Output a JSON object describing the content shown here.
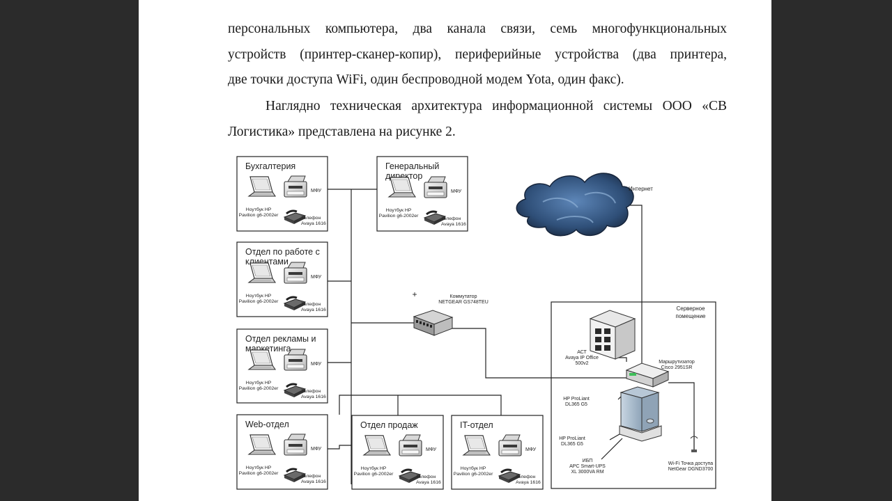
{
  "document": {
    "paragraph1": {
      "lines": [
        "персональных компьютера, два канала связи, семь многофункциональных",
        "устройств (принтер-сканер-копир), периферийные устройства (два принтера,",
        "две точки доступа WiFi, один беспроводной модем Yota, один факс)."
      ]
    },
    "paragraph2": {
      "lines": [
        "Наглядно техническая архитектура информационной системы ООО «СВ",
        "Логистика» представлена на рисунке 2."
      ]
    }
  },
  "diagram": {
    "departments": [
      {
        "title": [
          "Бухгалтерия"
        ],
        "laptop": [
          "Ноутбук HP",
          "Pavilion g6-2002er"
        ],
        "mfu": "МФУ",
        "phone": [
          "Телефон",
          "Avaya 1616"
        ]
      },
      {
        "title": [
          "Отдел по работе с",
          "клиентами"
        ],
        "laptop": [
          "Ноутбук HP",
          "Pavilion g6-2002er"
        ],
        "mfu": "МФУ",
        "phone": [
          "Телефон",
          "Avaya 1616"
        ]
      },
      {
        "title": [
          "Отдел рекламы и",
          "маркетинга"
        ],
        "laptop": [
          "Ноутбук HP",
          "Pavilion g6-2002er"
        ],
        "mfu": "МФУ",
        "phone": [
          "Телефон",
          "Avaya 1616"
        ]
      },
      {
        "title": [
          "Web-отдел"
        ],
        "laptop": [
          "Ноутбук HP",
          "Pavilion g6-2002er"
        ],
        "mfu": "МФУ",
        "phone": [
          "Телефон",
          "Avaya 1616"
        ]
      },
      {
        "title": [
          "Генеральный",
          "директор"
        ],
        "laptop": [
          "Ноутбук HP",
          "Pavilion g6-2002er"
        ],
        "mfu": "МФУ",
        "phone": [
          "Телефон",
          "Avaya 1616"
        ]
      },
      {
        "title": [
          "Отдел продаж"
        ],
        "laptop": [
          "Ноутбук HP",
          "Pavilion g6-2002er"
        ],
        "mfu": "МФУ",
        "phone": [
          "Телефон",
          "Avaya 1616"
        ]
      },
      {
        "title": [
          "IT-отдел"
        ],
        "laptop": [
          "Ноутбук HP",
          "Pavilion g6-2002er"
        ],
        "mfu": "МФУ",
        "phone": [
          "Телефон",
          "Avaya 1616"
        ]
      }
    ],
    "internet_label": "Интернет",
    "switch_label": [
      "Коммутатор",
      "NETGEAR GS748TEU"
    ],
    "server_room_label": [
      "Серверное",
      "помещение"
    ],
    "pbx_label": [
      "АСТ",
      "Avaya IP Office",
      "500v2"
    ],
    "router_label": [
      "Маршрутизатор",
      "Cisco 2951SR"
    ],
    "server1_label": [
      "HP ProLiant",
      "DL365 G5"
    ],
    "server2_label": [
      "HP ProLiant",
      "DL365 G5"
    ],
    "ups_label": [
      "ИБП",
      "APC Smart-UPS",
      "XL 3000VA RM"
    ],
    "wifi_label": [
      "Wi-Fi Точка доступа",
      "NetGear DGND3700"
    ]
  }
}
